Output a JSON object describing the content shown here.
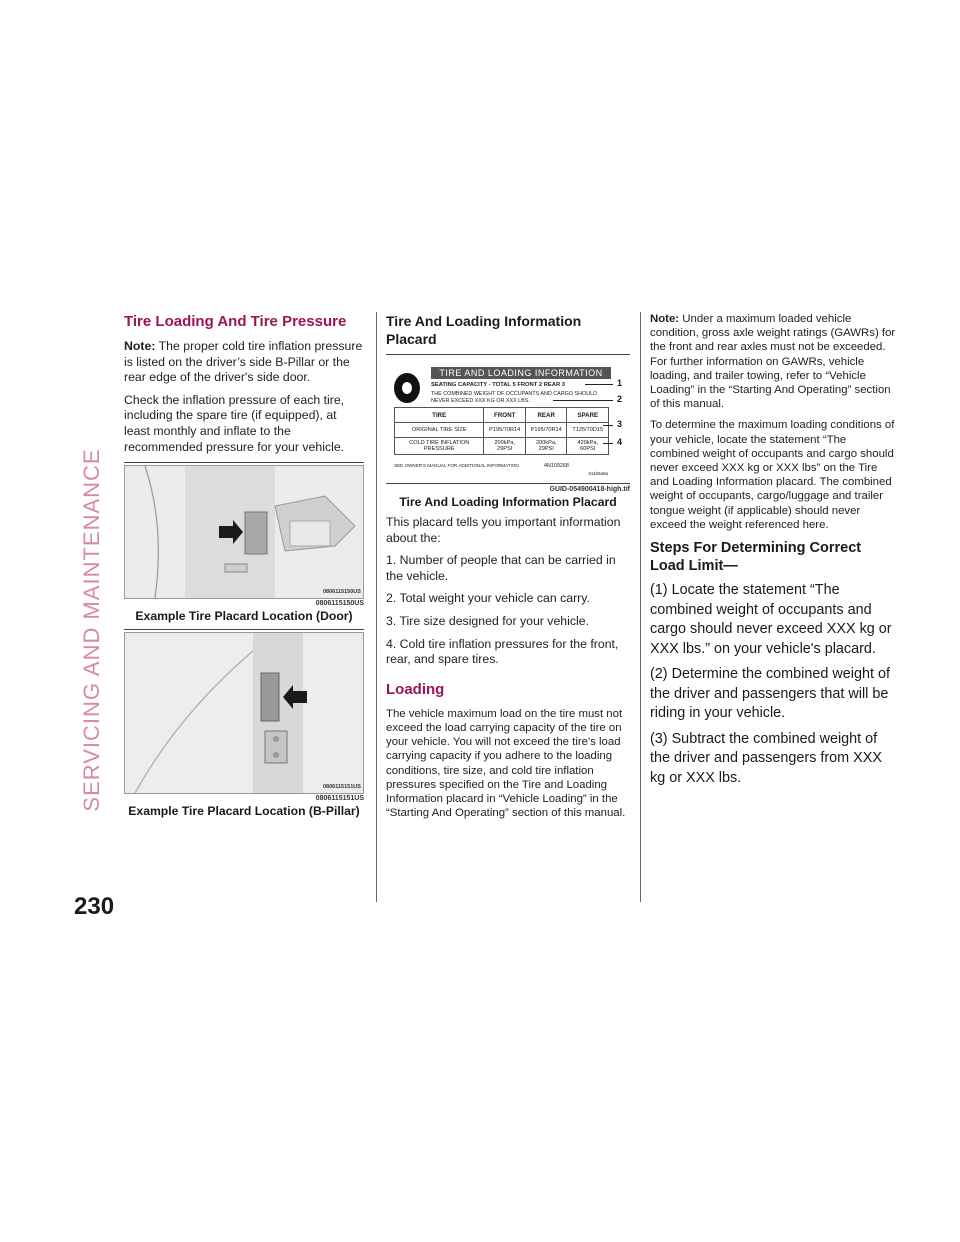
{
  "sidebar_header": "SERVICING AND MAINTENANCE",
  "page_number": "230",
  "col1": {
    "heading": "Tire Loading And Tire Pressure",
    "note_label": "Note:",
    "note_text": "The proper cold tire inflation pressure is listed on the driver’s side B-Pillar or the rear edge of the driver's side door.",
    "para": "Check the inflation pressure of each tire, including the spare tire (if equipped), at least monthly and inflate to the recommended pressure for your vehicle.",
    "fig1": {
      "inner_code": "0806115150US",
      "code": "0806115150US",
      "caption": "Example Tire Placard Location (Door)"
    },
    "fig2": {
      "inner_code": "0806115151US",
      "code": "0806115151US",
      "caption": "Example Tire Placard Location (B-Pillar)"
    }
  },
  "col2": {
    "heading": "Tire And Loading Information Placard",
    "placard": {
      "title": "TIRE AND LOADING INFORMATION",
      "line1": "SEATING CAPACITY - TOTAL  5     FRONT  2      REAR  3",
      "line2": "THE COMBINED WEIGHT OF OCCUPANTS AND CARGO SHOULD",
      "line3": "NEVER EXCEED    XXX    KG  OR    XXX    LBS.",
      "headers": [
        "TIRE",
        "FRONT",
        "REAR",
        "SPARE"
      ],
      "rows": [
        [
          "ORIGINAL TIRE SIZE",
          "P195/70R14",
          "P195/70R14",
          "T125/70D15"
        ],
        [
          "COLD TIRE INFLATION PRESSURE",
          "200kPa, 29PSI",
          "200kPa, 29PSI",
          "420kPa, 60PSI"
        ]
      ],
      "footer": "SEE OWNER'S MANUAL FOR ADDITIONAL INFORMATION",
      "footer_code": "4N109268",
      "callouts": [
        "1",
        "2",
        "3",
        "4"
      ],
      "image_code": "811b5a9a"
    },
    "fig_code": "GUID-054900418-high.tif",
    "fig_caption": "Tire And Loading Information Placard",
    "intro": "This placard tells you important information about the:",
    "items": [
      "1.  Number of people that can be carried in the vehicle.",
      "2.  Total weight your vehicle can carry.",
      "3.  Tire size designed for your vehicle.",
      "4.  Cold tire inflation pressures for the front, rear, and spare tires."
    ],
    "loading_heading": "Loading",
    "loading_text": "The vehicle maximum load on the tire must not exceed the load carrying capacity of the tire on your vehicle. You will not exceed the tire's load carrying capacity if you adhere to the loading conditions, tire size, and cold tire inflation pressures specified on the Tire and Loading Information placard in “Vehicle Loading” in the “Starting And Operating” section of this manual."
  },
  "col3": {
    "note_label": "Note:",
    "note_text": "Under a maximum loaded vehicle condition, gross axle weight ratings (GAWRs) for the front and rear axles must not be exceeded. For further information on GAWRs, vehicle loading, and trailer towing, refer to “Vehicle Loading” in the “Starting And Operating” section of this manual.",
    "para": "To determine the maximum loading conditions of your vehicle, locate the statement “The combined weight of occupants and cargo should never exceed XXX kg or XXX lbs” on the Tire and Loading Information placard. The combined weight of occupants, cargo/luggage and trailer tongue weight (if applicable) should never exceed the weight referenced here.",
    "steps_heading": "Steps For Determining Correct Load Limit—",
    "steps": [
      "(1) Locate the statement “The combined weight of occupants and cargo should never exceed XXX kg or XXX lbs.” on your vehicle's placard.",
      "(2) Determine the combined weight of the driver and passengers that will be riding in your vehicle.",
      "(3) Subtract the combined weight of the driver and passengers from XXX kg or XXX lbs."
    ]
  }
}
